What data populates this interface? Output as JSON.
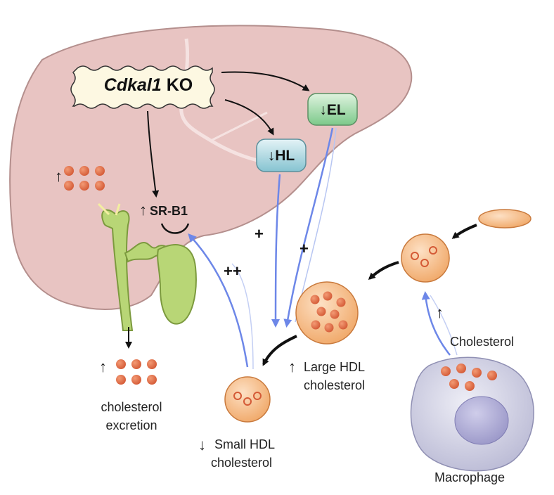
{
  "ko": {
    "gene": "Cdkal1",
    "suffix": " KO"
  },
  "enzymes": {
    "el": "↓EL",
    "hl": "↓HL"
  },
  "receptor": {
    "arrow": "↑",
    "name": "SR-B1"
  },
  "signs": {
    "hl_effect": "+",
    "el_effect": "+",
    "srb1_effect": "++"
  },
  "labels": {
    "liver_chol_arrow": "↑",
    "excretion_arrow": "↑",
    "excretion_line1": "cholesterol",
    "excretion_line2": "excretion",
    "large_hdl_arrow": "↑",
    "large_hdl_line1": "Large HDL",
    "large_hdl_line2": "cholesterol",
    "small_hdl_arrow": "↓",
    "small_hdl_line1": "Small HDL",
    "small_hdl_line2": "cholesterol",
    "efflux_arrow": "↑",
    "efflux_label": "Cholesterol",
    "macrophage": "Macrophage"
  },
  "colors": {
    "liver": "#e8c4c2",
    "gallbladder": "#b8d676",
    "el_box": "#9fd6a9",
    "hl_box": "#a5d3dd",
    "hdl_particle": "#f3b47c",
    "cholesterol_dot": "#e2714a",
    "macrophage": "#c9c9e0",
    "blue_arrow": "#6d87e8"
  }
}
